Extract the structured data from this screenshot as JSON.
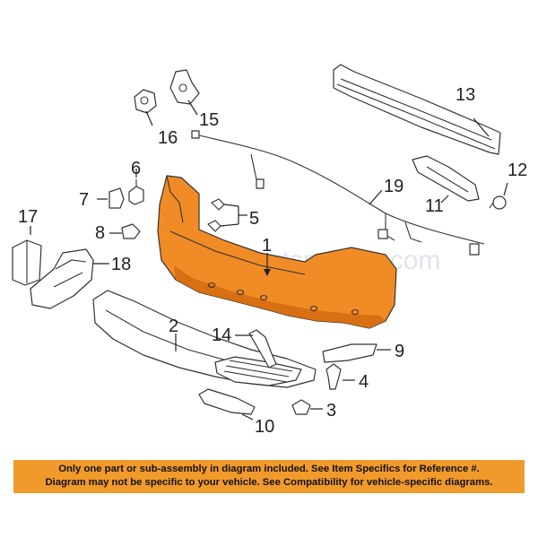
{
  "watermark": "Partsmotive.com",
  "callouts": {
    "c1": "1",
    "c2": "2",
    "c3": "3",
    "c4": "4",
    "c5": "5",
    "c6": "6",
    "c7": "7",
    "c8": "8",
    "c9": "9",
    "c10": "10",
    "c11": "11",
    "c12": "12",
    "c13": "13",
    "c14": "14",
    "c15": "15",
    "c16": "16",
    "c17": "17",
    "c18": "18",
    "c19": "19"
  },
  "notice": {
    "line1": "Only one part or sub-assembly in diagram included. See Item Specifics for Reference #.",
    "line2": "Diagram may not be specific to your vehicle. See Compatibility for vehicle-specific diagrams."
  },
  "colors": {
    "bumper_cover": "#f18b26",
    "bumper_shadow": "#d86f12",
    "notice_background": "#f19a2c"
  }
}
